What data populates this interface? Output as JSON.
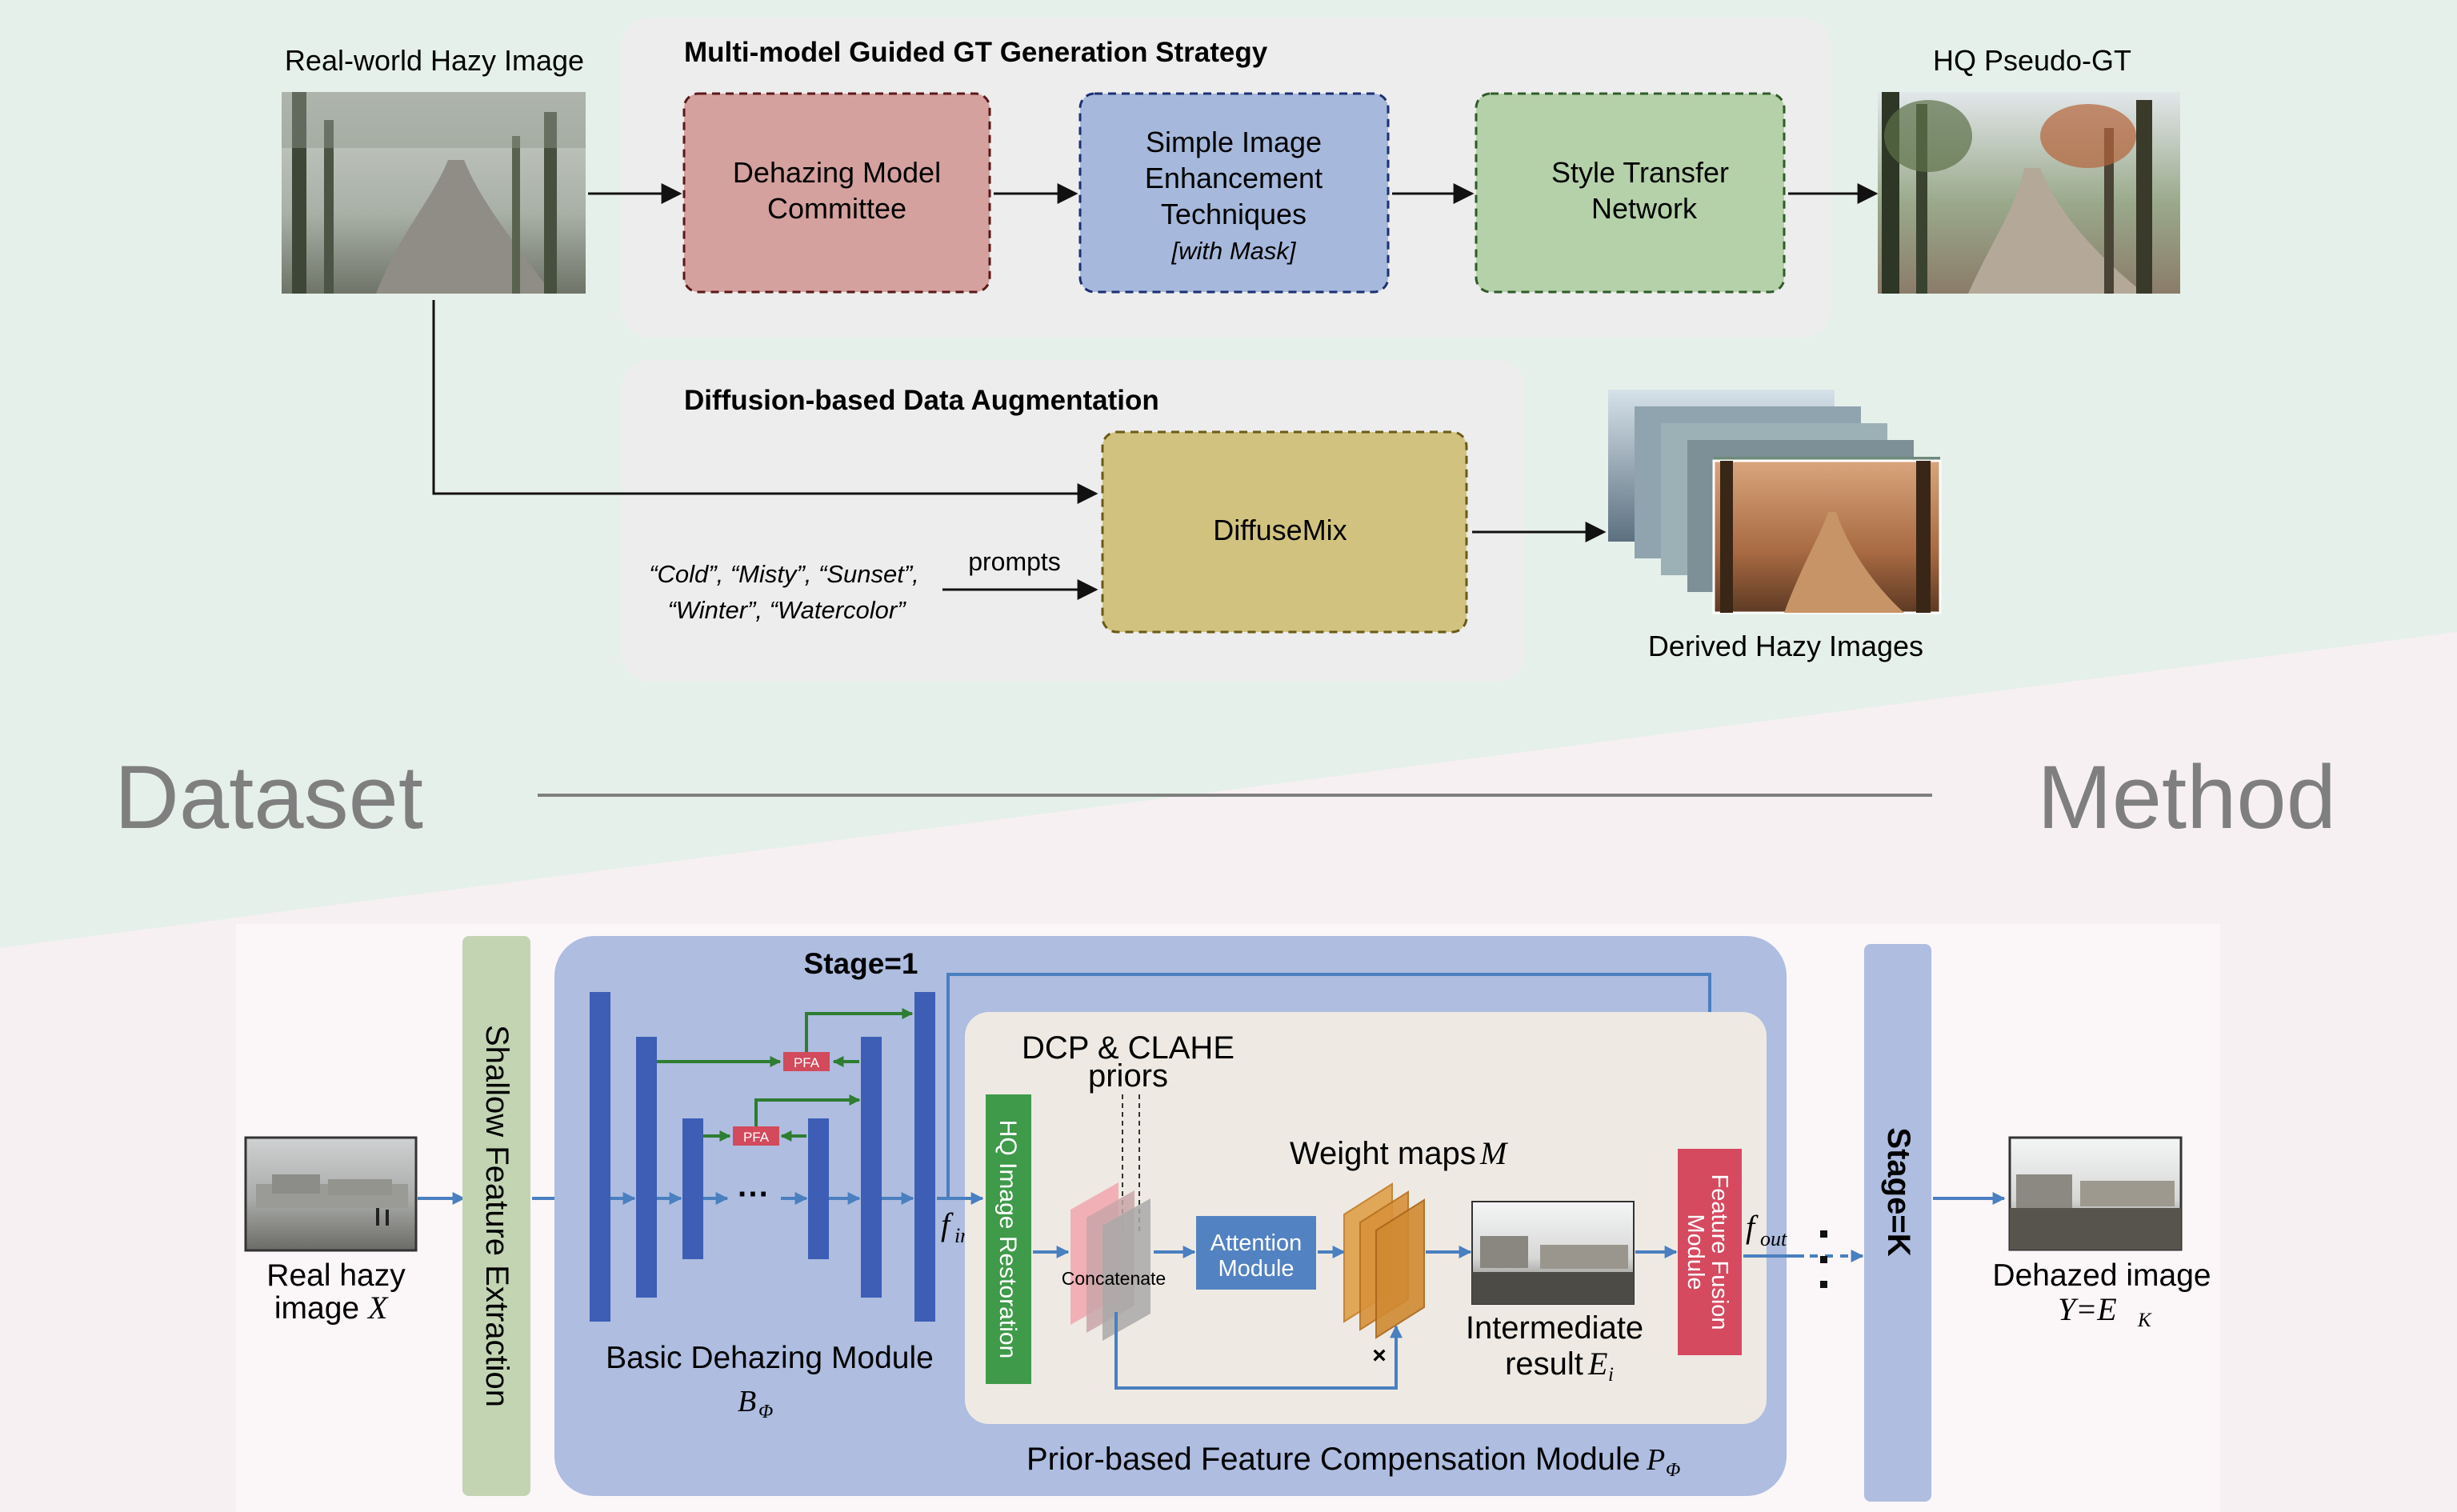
{
  "top": {
    "hazy_label": "Real-world Hazy Image",
    "gt_label": "HQ Pseudo-GT",
    "strategy_title": "Multi-model Guided GT Generation Strategy",
    "box1": [
      "Dehazing Model",
      "Committee"
    ],
    "box2": [
      "Simple Image",
      "Enhancement",
      "Techniques",
      "[with Mask]"
    ],
    "box3": [
      "Style Transfer",
      "Network"
    ],
    "aug_title": "Diffusion-based Data Augmentation",
    "diffusemix": "DiffuseMix",
    "prompts_label": "prompts",
    "prompt_words": [
      "“Cold”,  “Misty”, “Sunset”,",
      "“Winter”, “Watercolor”"
    ],
    "derived_label": "Derived Hazy Images"
  },
  "divider": {
    "left": "Dataset",
    "right": "Method"
  },
  "method": {
    "input_label": [
      "Real hazy",
      "image "
    ],
    "input_var": "X",
    "shallow": "Shallow Feature Extraction",
    "stage1": "Stage=1",
    "pfa": "PFA",
    "dots": "···",
    "bdm": "Basic Dehazing Module",
    "bdm_sym": "B",
    "bdm_sub": "Φ",
    "hq": "HQ Image Restoration",
    "dcp": "DCP & CLAHE",
    "priors": "priors",
    "concat": "Concatenate",
    "attention": [
      "Attention",
      "Module"
    ],
    "weight_label": "Weight maps ",
    "weight_var": "M",
    "multiply": "×",
    "intermediate": [
      "Intermediate",
      "result "
    ],
    "intermediate_var": "E",
    "intermediate_sub": "i",
    "ffm": [
      "Feature Fusion",
      "Module"
    ],
    "fin": "f",
    "fin_sub": "in",
    "fout": "f",
    "fout_sub": "out",
    "pfcm": "Prior-based Feature Compensation Module ",
    "pfcm_sym": "P",
    "pfcm_sub": "Φ",
    "stageK": "Stage=K",
    "output_label": "Dehazed image",
    "output_formula": "Y=E",
    "output_sub": "K"
  },
  "colors": {
    "bg_top": "#e6f0ea",
    "bg_bottom": "#f7f0f3",
    "panel": "#ededed",
    "red_box": "#d4a19f",
    "blue_box": "#a6b9dc",
    "green_box": "#b5d1a9",
    "diffuse_box": "#d1c37f",
    "method_panel": "#aebde0",
    "pfcm_panel": "#eeeae3",
    "shallow_bar": "#c3d4b3",
    "dark_blue": "#3e5eb5",
    "pfa_red": "#d24a5c",
    "hq_green": "#3f9a4a",
    "attn_blue": "#5382c2",
    "ffm_red": "#d54a5f",
    "arrow_blue": "#4a7fc0",
    "arrow_green": "#2e7d32"
  }
}
